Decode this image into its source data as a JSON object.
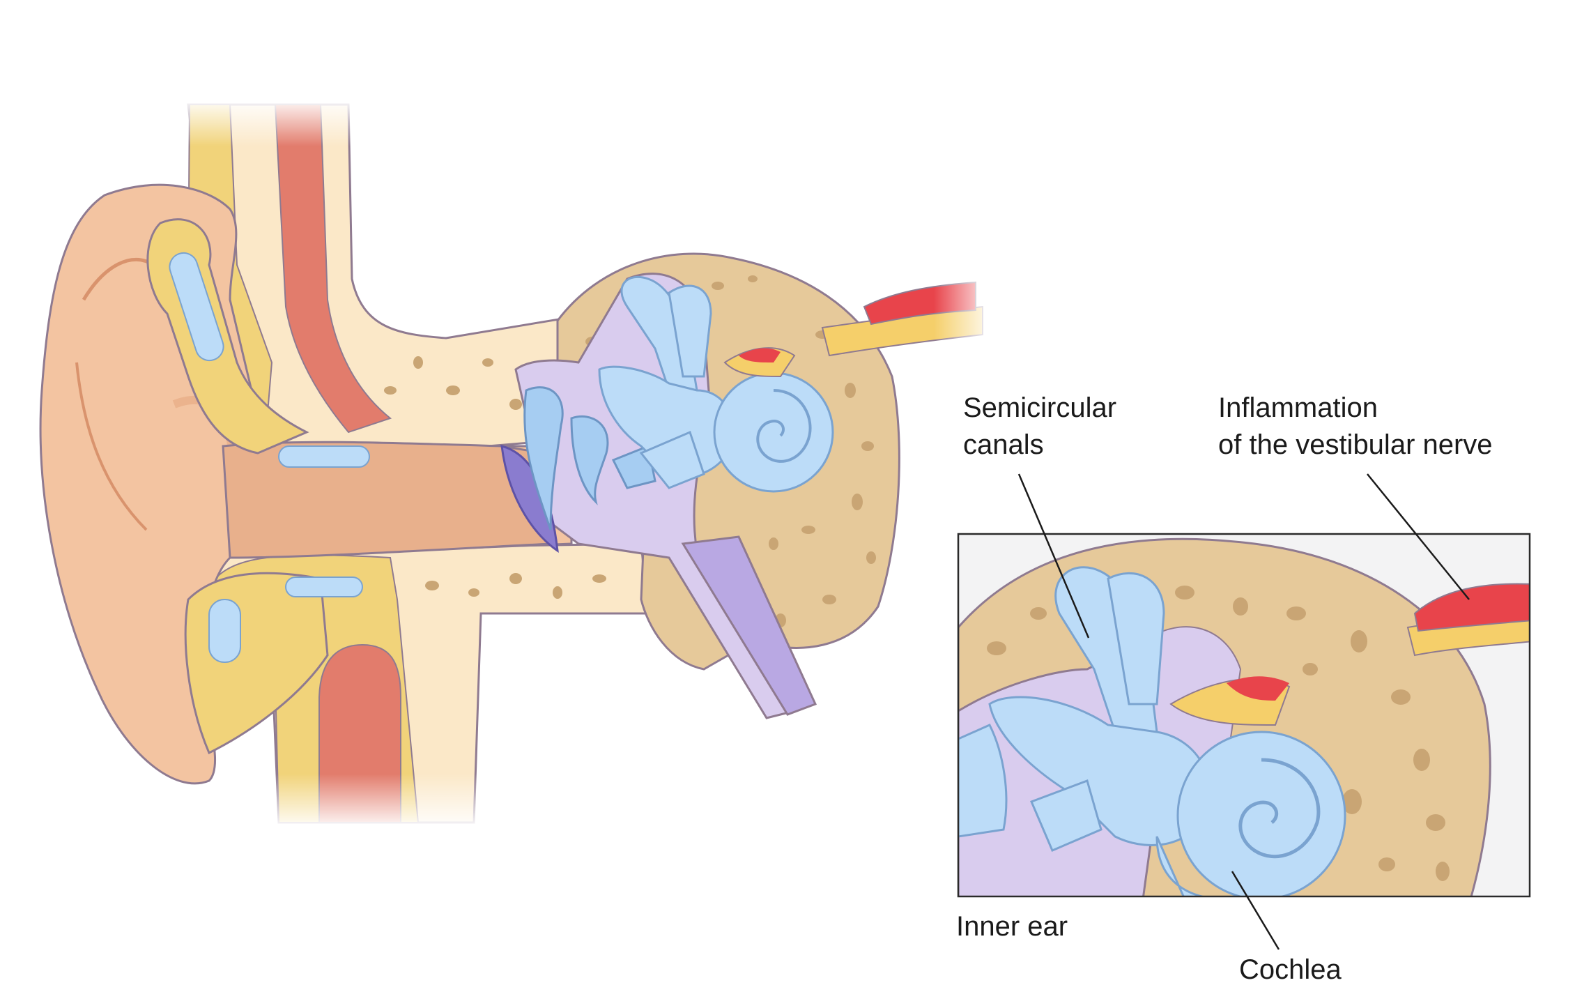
{
  "labels": {
    "semicircular_line1": "Semicircular",
    "semicircular_line2": "canals",
    "inflammation_line1": "Inflammation",
    "inflammation_line2": "of the vestibular nerve",
    "inner_ear": "Inner ear",
    "cochlea": "Cochlea"
  },
  "colors": {
    "skin": "#f3c4a1",
    "canal_skin": "#e8b08c",
    "fat_yellow": "#f1d37a",
    "muscle_red": "#e27c6c",
    "cream": "#fbe8c8",
    "bone": "#e6c99a",
    "bone_spot": "#c9a574",
    "inner_ear_blue": "#bcdcf8",
    "inner_ear_stroke": "#7aa3d0",
    "middle_ear_purple": "#d9ccee",
    "eardrum": "#8a7ccf",
    "nerve_yellow": "#f5cf6a",
    "inflammation_red": "#e8444b",
    "inset_bg": "#f3f3f4"
  }
}
